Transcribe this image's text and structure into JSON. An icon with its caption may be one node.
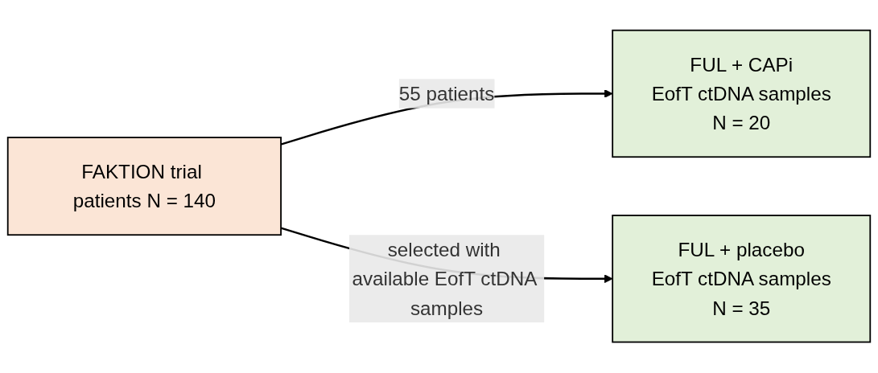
{
  "diagram": {
    "nodes": [
      {
        "text": [
          "FAKTION trial patients N = 140"
        ]
      },
      {
        "text": [
          "FUL + CAPi",
          "EofT ctDNA samples",
          "N = 20"
        ]
      },
      {
        "text": [
          "FUL + placebo",
          "EofT ctDNA samples",
          "N = 35"
        ]
      }
    ],
    "edges": [
      {
        "from": 0,
        "to": 1,
        "arrow": "to",
        "label": "55 patients"
      },
      {
        "from": 0,
        "to": 2,
        "arrow": "to",
        "label": "selected with available EofT ctDNA samples"
      }
    ]
  }
}
